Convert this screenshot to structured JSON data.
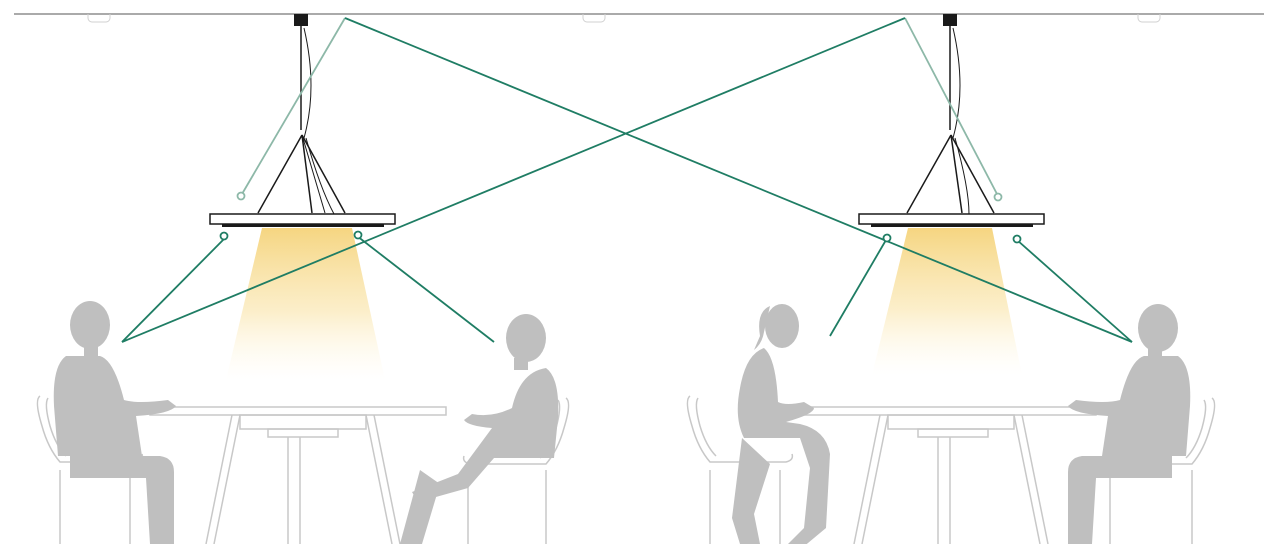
{
  "scene": {
    "type": "lighting-diagram",
    "lamps": 2,
    "people": 4,
    "tables": 2,
    "chairs": 4
  },
  "colors": {
    "background": "#ffffff",
    "ceiling": "#555555",
    "silhouette": "#bfbfbf",
    "furniture_outline": "#c8c8c8",
    "sensor_line_strong": "#1f7d64",
    "sensor_line_soft": "#8db8a8",
    "light_beam": "#f7d98a",
    "lamp": "#1a1a1a"
  },
  "icons": {
    "lamp": "pendant-lamp-icon",
    "sensor": "sensor-dot-icon"
  }
}
